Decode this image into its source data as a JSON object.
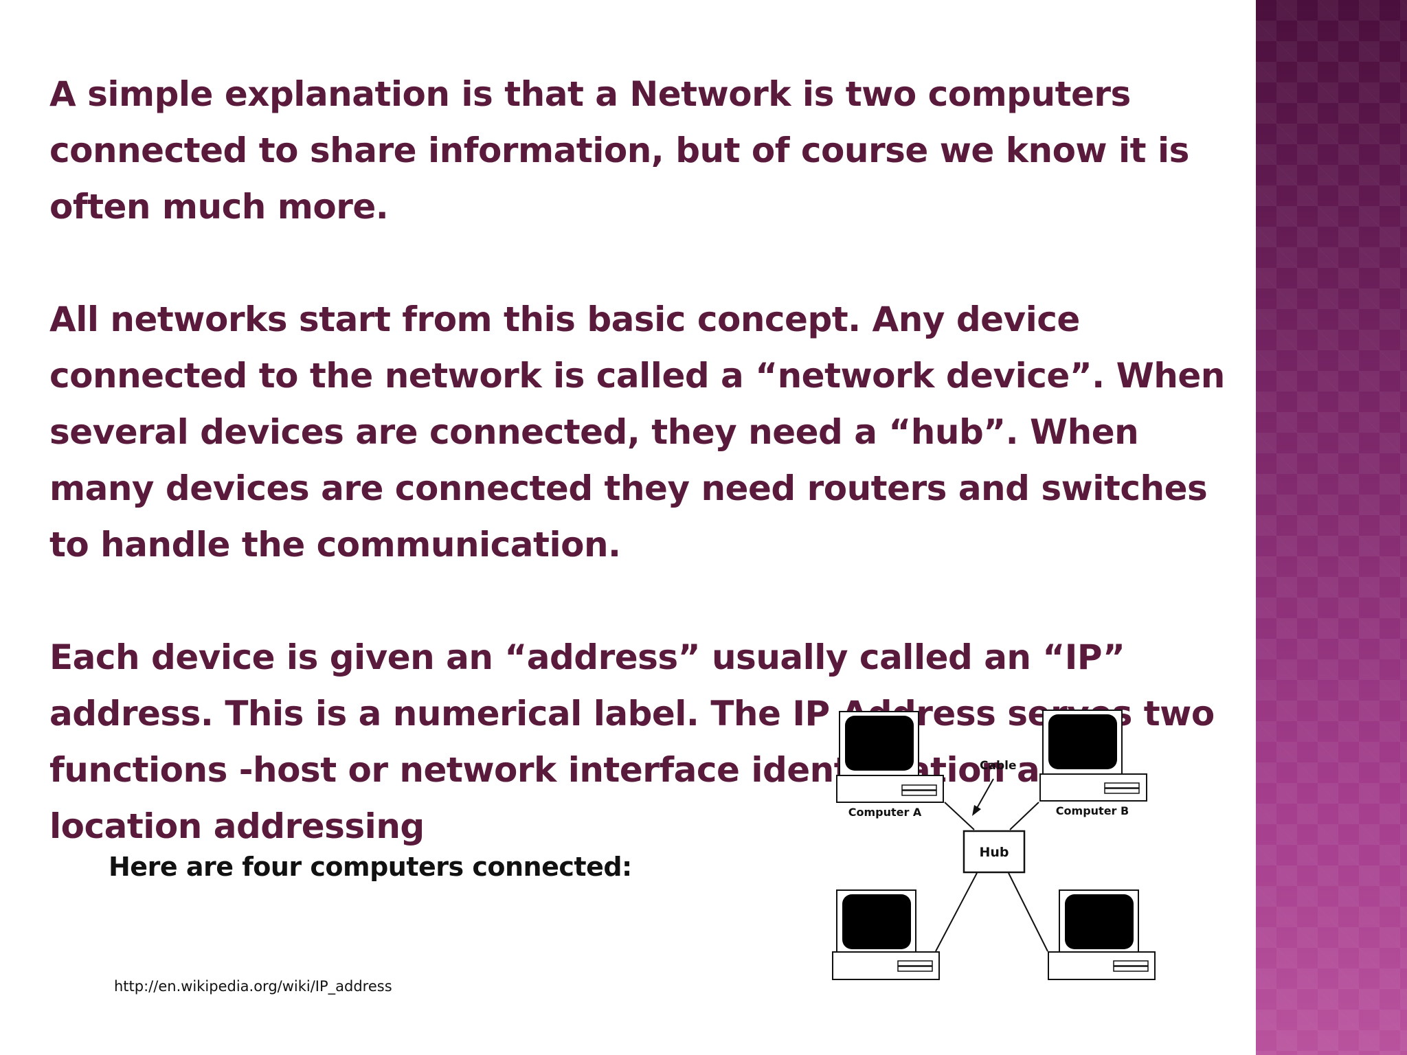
{
  "paragraphs": [
    "A simple explanation is that a Network is two computers connected to share information, but of course we know it is often much more.",
    "All networks start from this basic concept.  Any device connected to the network is called a “network device”.  When several devices are connected, they need a “hub”.  When many devices are connected they need routers and switches to handle the communication.",
    "Each device is given an “address” usually called an “IP” address.  This is a numerical label. The IP Address serves two functions -host or network interface identification and location addressing"
  ],
  "caption": "Here are four computers connected:",
  "source_link": "http://en.wikipedia.org/wiki/IP_address",
  "diagram": {
    "cable_label": "Cable",
    "hub_label": "Hub",
    "computer_a_label": "Computer A",
    "computer_b_label": "Computer B"
  },
  "colors": {
    "text": "#5a1a3c",
    "side_band_top": "#4a0f3c",
    "side_band_bottom": "#b9539e"
  }
}
